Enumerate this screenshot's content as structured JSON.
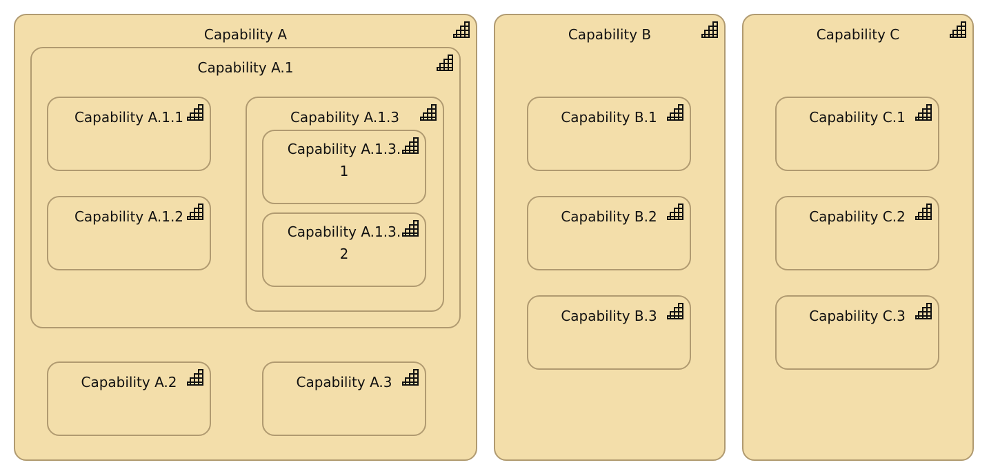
{
  "diagram": {
    "capabilities": {
      "a": "Capability A",
      "a1": "Capability A.1",
      "a11": "Capability A.1.1",
      "a12": "Capability A.1.2",
      "a13": "Capability A.1.3",
      "a131": "Capability A.1.3.\n1",
      "a132": "Capability A.1.3.\n2",
      "a2": "Capability A.2",
      "a3": "Capability A.3",
      "b": "Capability B",
      "b1": "Capability B.1",
      "b2": "Capability B.2",
      "b3": "Capability B.3",
      "c": "Capability C",
      "c1": "Capability C.1",
      "c2": "Capability C.2",
      "c3": "Capability C.3"
    },
    "icon": "capability-staircase-icon",
    "colors": {
      "fill": "#f3deaa",
      "border": "#b09a70",
      "text": "#111111"
    }
  }
}
